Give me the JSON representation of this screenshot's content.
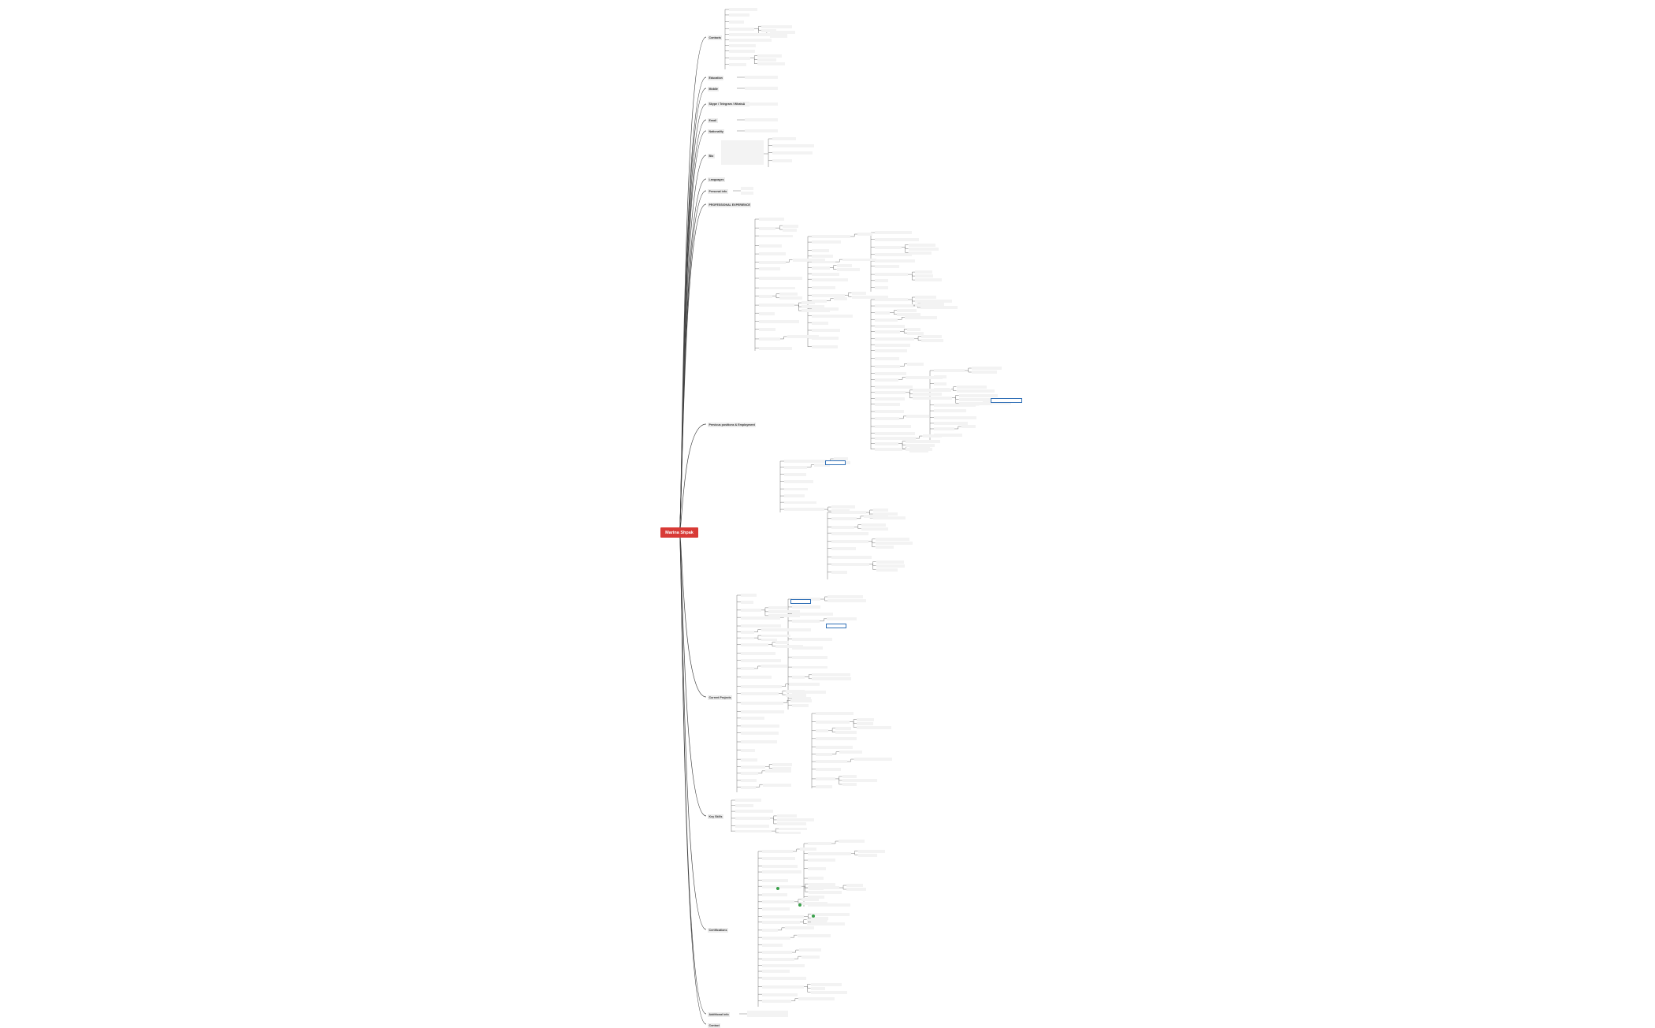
{
  "map": {
    "root": "Marina Shpak",
    "branches": [
      {
        "label": "Contacts"
      },
      {
        "label": "Education"
      },
      {
        "label": "Mobile"
      },
      {
        "label": "Skype / Telegram / WhatsApp"
      },
      {
        "label": "Email"
      },
      {
        "label": "Nationality"
      },
      {
        "label": "Bio"
      },
      {
        "label": "Languages"
      },
      {
        "label": "Personal info"
      },
      {
        "label": "PROFESSIONAL EXPERIENCE"
      },
      {
        "label": "Previous positions & Employment"
      },
      {
        "label": "Current Projects"
      },
      {
        "label": "Key Skills"
      },
      {
        "label": "Certifications"
      },
      {
        "label": "Additional info"
      },
      {
        "label": "Contact"
      }
    ]
  },
  "colors": {
    "root_bg": "#d83a36",
    "line": "#444444",
    "node_bg": "#ececec",
    "link": "#2f6fb6",
    "marker": "#3aa14b"
  }
}
